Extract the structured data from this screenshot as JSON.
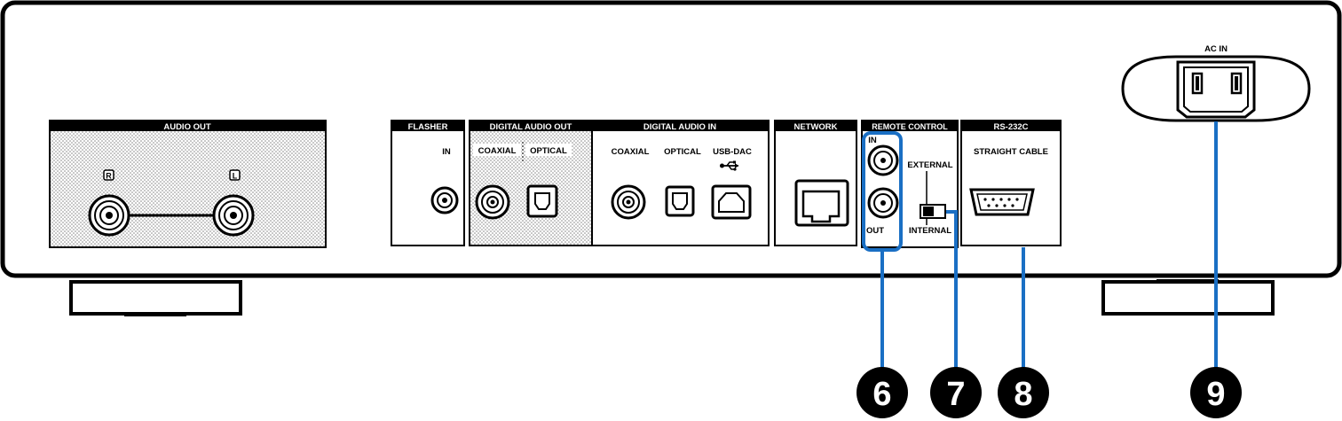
{
  "panels": {
    "audio_out": {
      "header": "AUDIO OUT",
      "right": "R",
      "left": "L"
    },
    "flasher": {
      "header": "FLASHER",
      "in": "IN"
    },
    "digital_audio_out": {
      "header": "DIGITAL AUDIO OUT",
      "coaxial": "COAXIAL",
      "optical": "OPTICAL"
    },
    "digital_audio_in": {
      "header": "DIGITAL AUDIO IN",
      "coaxial": "COAXIAL",
      "optical": "OPTICAL",
      "usb_dac": "USB-DAC"
    },
    "network": {
      "header": "NETWORK"
    },
    "remote_control": {
      "header": "REMOTE CONTROL",
      "in": "IN",
      "out": "OUT",
      "external": "EXTERNAL",
      "internal": "INTERNAL"
    },
    "rs232c": {
      "header": "RS-232C",
      "straight_cable": "STRAIGHT CABLE"
    },
    "ac_in": {
      "label": "AC IN"
    }
  },
  "callouts": [
    "6",
    "7",
    "8",
    "9"
  ],
  "colors": {
    "callout_line": "#1a6fc4",
    "panel_border": "#000000",
    "header_bg": "#000000",
    "callout_bg": "#000000"
  }
}
